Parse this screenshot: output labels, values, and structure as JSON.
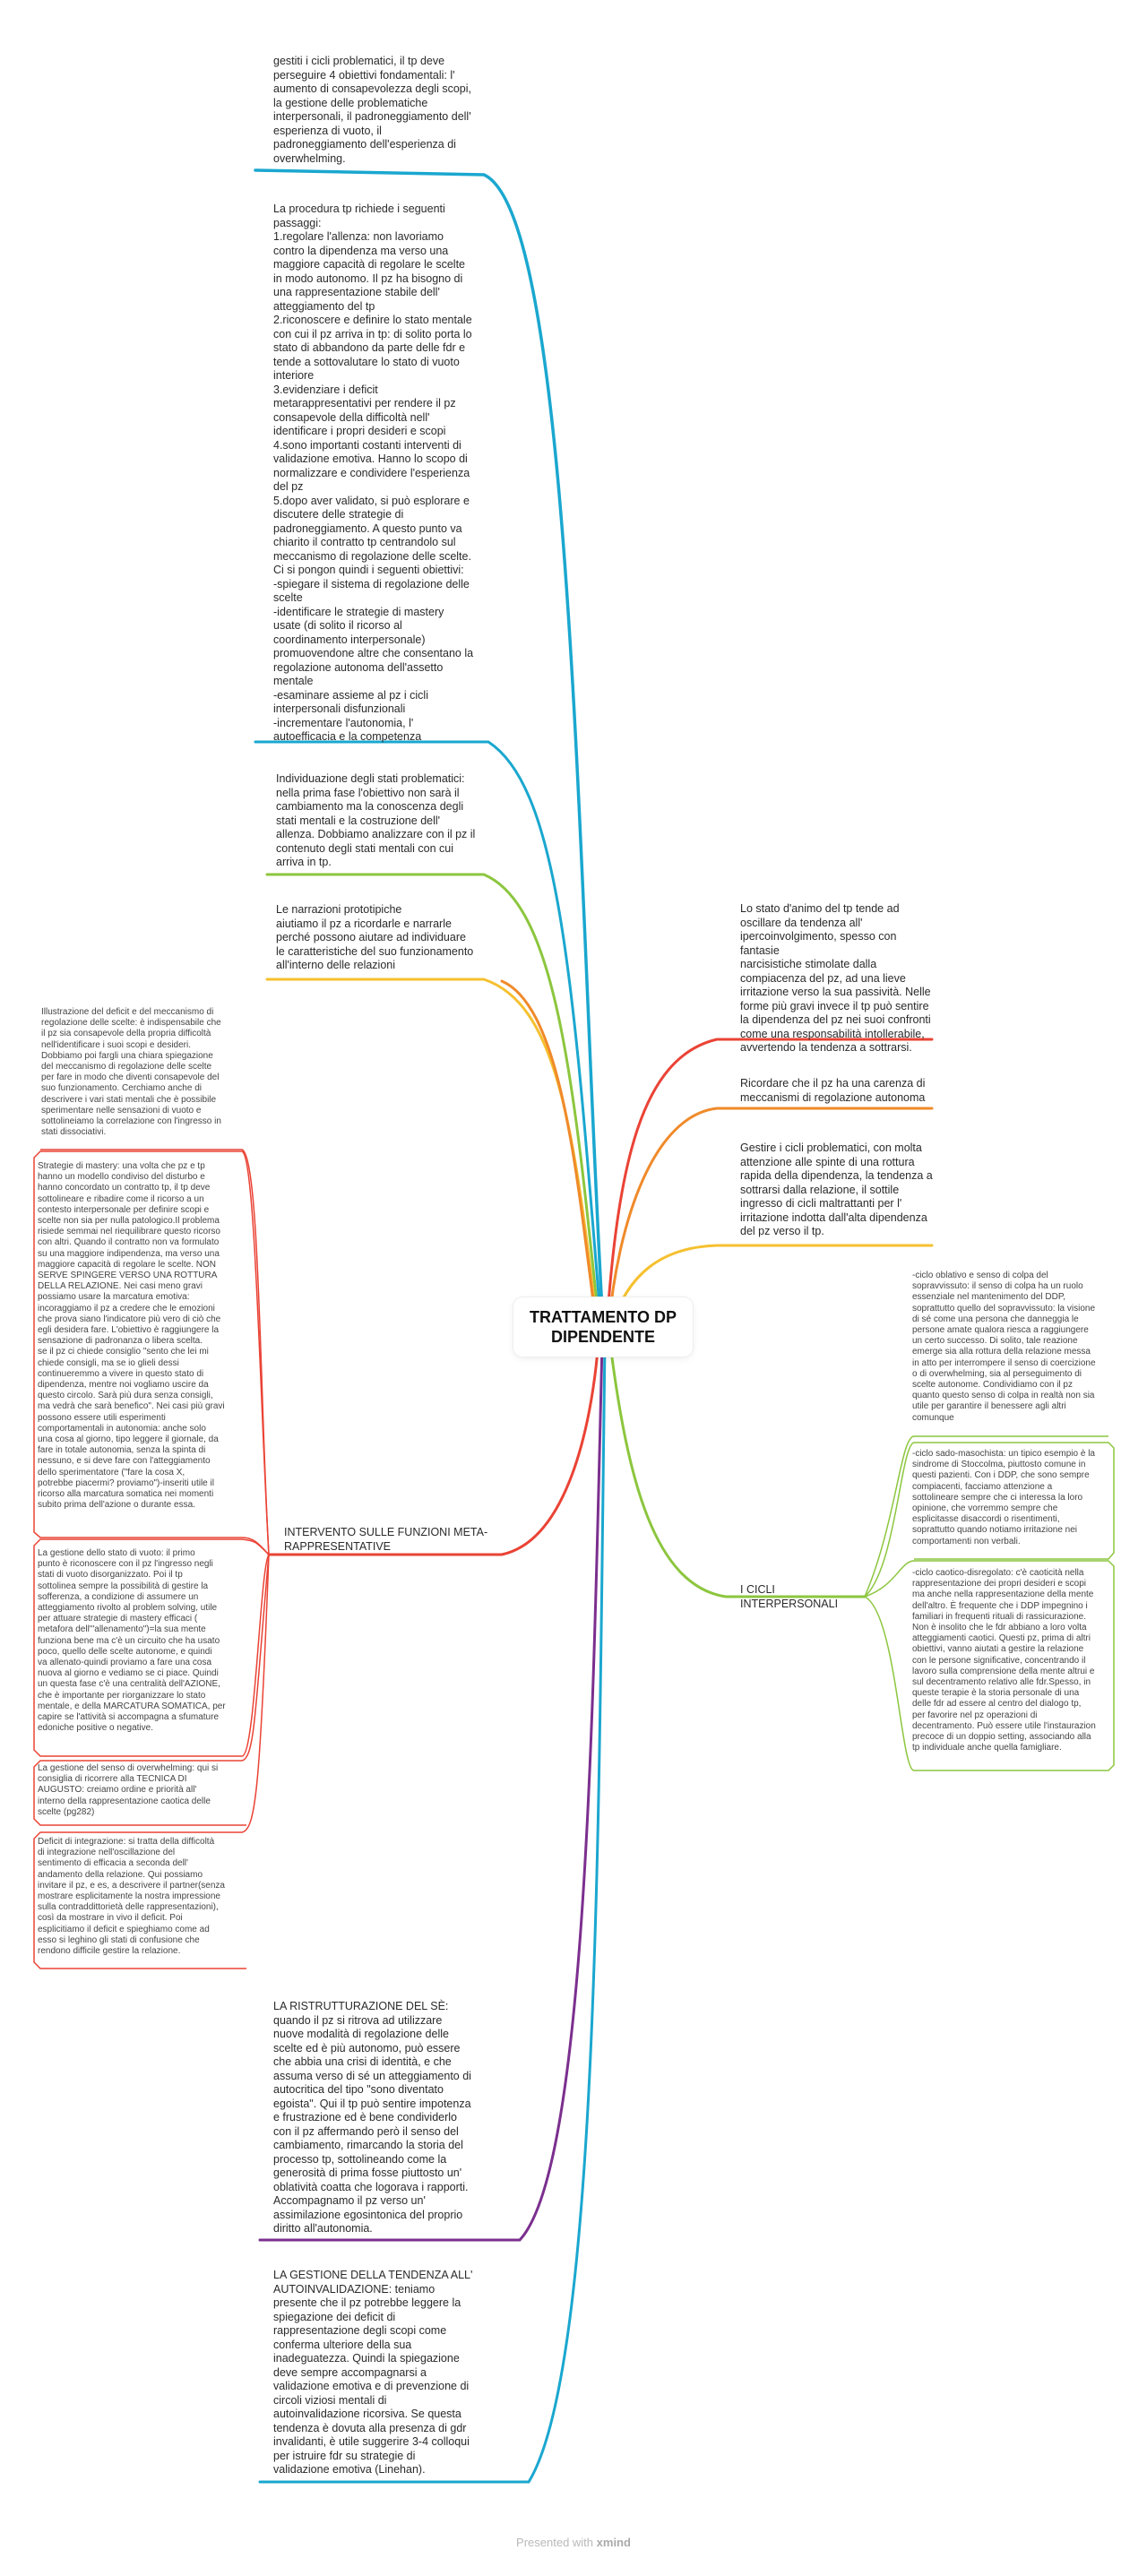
{
  "central_topic": "TRATTAMENTO DP\nDIPENDENTE",
  "footer": {
    "presented_with": "Presented with",
    "brand": "xmind"
  },
  "left_branches": [
    {
      "id": "obiettivi",
      "color": "#1aa7cf",
      "text": "gestiti i cicli problematici, il tp deve\nperseguire 4 obiettivi fondamentali: l'\naumento di consapevolezza degli scopi,\nla gestione delle problematiche\ninterpersonali, il padroneggiamento dell'\nesperienza di vuoto, il\npadroneggiamento dell'esperienza di\noverwhelming."
    },
    {
      "id": "procedura",
      "color": "#2e9bd1",
      "text": "La procedura tp richiede i seguenti\npassaggi:\n1.regolare l'allenza: non lavoriamo\ncontro la dipendenza ma verso una\nmaggiore capacità di regolare le scelte\nin modo autonomo. Il pz ha bisogno di\nuna rappresentazione stabile dell'\natteggiamento del tp\n2.riconoscere e definire lo stato mentale\ncon cui il pz arriva in tp: di solito porta lo\nstato di abbandono da parte delle fdr e\ntende a sottovalutare lo stato di vuoto\ninteriore\n3.evidenziare i deficit\nmetarappresentativi per rendere il pz\nconsapevole della difficoltà nell'\nidentificare i propri desideri e scopi\n4.sono importanti costanti interventi di\nvalidazione emotiva. Hanno lo scopo di\nnormalizzare e condividere l'esperienza\ndel pz\n5.dopo aver validato, si può esplorare e\ndiscutere delle strategie di\npadroneggiamento. A questo punto va\nchiarito il contratto tp centrandolo sul\nmeccanismo di regolazione delle scelte.\nCi si pongon quindi i seguenti obiettivi:\n-spiegare il sistema di regolazione delle\nscelte\n-identificare le strategie di mastery\nusate (di solito il ricorso al\ncoordinamento interpersonale)\npromuovendone altre che consentano la\nregolazione autonoma dell'assetto\nmentale\n-esaminare assieme al pz i cicli\ninterpersonali disfunzionali\n-incrementare l'autonomia, l'\nautoefficacia e la competenza"
    },
    {
      "id": "individuazione",
      "color": "#8cc63e",
      "text": "Individuazione degli stati problematici:\nnella prima fase l'obiettivo non sarà il\ncambiamento ma la conoscenza degli\nstati mentali e la costruzione dell'\nallenza. Dobbiamo analizzare con il pz il\ncontenuto degli stati mentali con cui\narriva in tp."
    },
    {
      "id": "narrazioni",
      "color": "#f5c02f",
      "text": "Le narrazioni prototipiche\naiutiamo il pz a ricordarle e narrarle\nperché possono aiutare ad individuare\nle caratteristiche del suo funzionamento\nall'interno delle relazioni"
    },
    {
      "id": "meta",
      "color": "#ea4335",
      "label": "INTERVENTO SULLE FUNZIONI META-\nRAPPRESENTATIVE",
      "children": [
        "Illustrazione del deficit e del meccanismo di\nregolazione delle scelte: è indispensabile che\nil pz sia consapevole della propria difficoltà\nnell'identificare i suoi scopi e desideri.\nDobbiamo poi fargli una chiara spiegazione\ndel meccanismo di regolazione delle scelte\nper fare in modo che diventi consapevole del\nsuo funzionamento. Cerchiamo anche di\ndescrivere i vari stati mentali che è possibile\nsperimentare nelle sensazioni di vuoto e\nsottolineiamo la correlazione con l'ingresso in\nstati dissociativi.",
        "Strategie di mastery: una volta che pz e tp\nhanno un modello condiviso del disturbo e\nhanno concordato un contratto tp, il tp deve\nsottolineare e ribadire come il ricorso a un\ncontesto interpersonale per definire scopi e\nscelte non sia per nulla patologico.Il problema\nrisiede semmai nel riequilibrare questo ricorso\ncon altri. Quando il contratto non va formulato\nsu una maggiore indipendenza, ma verso una\nmaggiore capacità di regolare le scelte. NON\nSERVE SPINGERE VERSO UNA ROTTURA\nDELLA RELAZIONE. Nei casi meno gravi\npossiamo usare la marcatura emotiva:\nincoraggiamo il pz a credere che le emozioni\nche prova siano l'indicatore più vero di ciò che\negli desidera fare. L'obiettivo è raggiungere la\nsensazione di padronanza o libera scelta.\nse il pz ci chiede consiglio \"sento che lei mi\nchiede consigli, ma se io glieli dessi\ncontinueremmo a vivere in questo stato di\ndipendenza, mentre noi vogliamo uscire da\nquesto circolo. Sarà più dura senza consigli,\nma vedrà che sarà benefico\". Nei casi più gravi\npossono essere utili esperimenti\ncomportamentali in autonomia: anche solo\nuna cosa al giorno, tipo leggere il giornale, da\nfare in totale autonomia, senza la spinta di\nnessuno, e si deve fare con l'atteggiamento\ndello sperimentatore (\"fare la cosa X,\npotrebbe piacermi? proviamo\")-inseriti utile il\nricorso alla marcatura somatica nei momenti\nsubito prima dell'azione o durante essa.",
        "La gestione dello stato di vuoto: il primo\npunto è riconoscere con il pz l'ingresso negli\nstati di vuoto disorganizzato. Poi il tp\nsottolinea sempre la possibilità di gestire la\nsofferenza, a condizione di assumere un\natteggiamento rivolto al problem solving, utile\nper attuare strategie di mastery efficaci (\nmetafora dell'\"allenamento\")=la sua mente\nfunziona bene ma c'è un circuito che ha usato\npoco, quello delle scelte autonome, e quindi\nva allenato-quindi proviamo a fare una cosa\nnuova al giorno e vediamo se ci piace. Quindi\nun questa fase c'è una centralità dell'AZIONE,\nche è importante per riorganizzare lo stato\nmentale, e della MARCATURA SOMATICA, per\ncapire se l'attività si accompagna a sfumature\nedoniche positive o negative.",
        "La gestione del senso di overwhelming: qui si\nconsiglia di ricorrere alla TECNICA DI\nAUGUSTO: creiamo ordine e priorità all'\ninterno della rappresentazione caotica delle\nscelte (pg282)",
        "Deficit di integrazione: si tratta della difficoltà\ndi integrazione nell'oscillazione del\nsentimento di efficacia a seconda dell'\nandamento della relazione. Qui possiamo\ninvitare il pz, e es, a descrivere il partner(senza\nmostrare esplicitamente la nostra impressione\nsulla contraddittorietà delle rappresentazioni),\ncosì da mostrare in vivo il deficit. Poi\nesplicitiamo il deficit e spieghiamo come ad\nesso si leghino gli stati di confusione che\nrendono difficile gestire la relazione."
      ]
    },
    {
      "id": "ristrutturazione",
      "color": "#7b2f8e",
      "text": "LA RISTRUTTURAZIONE DEL SÈ:\nquando il pz si ritrova ad utilizzare\nnuove modalità di regolazione delle\nscelte ed è più autonomo, può essere\nche abbia una crisi di identità, e che\nassuma verso di sé un atteggiamento di\nautocritica del tipo \"sono diventato\negoista\". Qui il tp può sentire impotenza\ne frustrazione ed è bene condividerlo\ncon il pz affermando però il senso del\ncambiamento, rimarcando la storia del\nprocesso tp, sottolineando come la\ngenerosità di prima fosse piuttosto un'\noblatività coatta che logorava i rapporti.\nAccompagnamo il pz verso un'\nassimilazione egosintonica del proprio\ndiritto all'autonomia."
    },
    {
      "id": "autoinvalidazione",
      "color": "#1aa7cf",
      "text": "LA GESTIONE DELLA TENDENZA ALL'\nAUTOINVALIDAZIONE: teniamo\npresente che il pz potrebbe leggere la\nspiegazione dei deficit di\nrappresentazione degli scopi come\nconferma ulteriore della sua\ninadeguatezza. Quindi la spiegazione\ndeve sempre accompagnarsi a\nvalidazione emotiva e di prevenzione di\ncircoli viziosi mentali di\nautoinvalidazione ricorsiva. Se questa\ntendenza è dovuta alla presenza di gdr\ninvalidanti, è utile suggerire 3-4 colloqui\nper istruire fdr su strategie di\nvalidazione emotiva (Linehan)."
    }
  ],
  "right_branches": [
    {
      "id": "stato_animo",
      "color": "#ea4335",
      "text": "Lo stato d'animo del tp tende ad\noscillare da tendenza all'\nipercoinvolgimento, spesso con fantasie\nnarcisistiche stimolate dalla\ncompiacenza del pz, ad una lieve\nirritazione verso la sua passività. Nelle\nforme più gravi invece il tp può sentire\nla dipendenza del pz nei suoi confronti\ncome una responsabilità intollerabile,\navvertendo la tendenza a sottrarsi."
    },
    {
      "id": "carenza",
      "color": "#f08a2a",
      "text": "Ricordare che il pz ha una carenza di\nmeccanismi di regolazione autonoma"
    },
    {
      "id": "gestire_cicli",
      "color": "#f5c02f",
      "text": "Gestire i cicli problematici, con molta\nattenzione alle spinte di una rottura\nrapida della dipendenza, la tendenza a\nsottrarsi dalla relazione, il sottile\ningresso di cicli maltrattanti per l'\nirritazione indotta dall'alta dipendenza\ndel pz verso il tp."
    },
    {
      "id": "cicli_interpersonali",
      "color": "#8cc63e",
      "label": "I CICLI INTERPERSONALI",
      "children": [
        "-ciclo oblativo e senso di colpa del\nsopravvissuto: il senso di colpa ha un ruolo\nessenziale nel mantenimento del DDP,\nsoprattutto quello del sopravvissuto: la visione\ndi sé come una persona che danneggia le\npersone amate qualora riesca a raggiungere\nun certo successo. Di solito, tale reazione\nemerge sia alla rottura della relazione messa\nin atto per interrompere il senso di coercizione\no di overwhelming, sia al perseguimento di\nscelte autonome. Condividiamo con il pz\nquanto questo senso di colpa in realtà non sia\nutile per garantire il benessere agli altri\ncomunque",
        "-ciclo sado-masochista: un tipico esempio è la\nsindrome di Stoccolma, piuttosto comune in\nquesti pazienti. Con i DDP, che sono sempre\ncompiacenti, facciamo attenzione a\nsottolineare sempre che ci interessa la loro\nopinione, che vorremmo sempre che\nesplicitasse disaccordi o risentimenti,\nsoprattutto quando notiamo irritazione nei\ncomportamenti non verbali.",
        "-ciclo caotico-disregolato: c'è caoticità nella\nrappresentazione dei propri desideri e scopi\nma anche nella rappresentazione della mente\ndell'altro. È frequente che i DDP impegnino i\nfamiliari in frequenti rituali di rassicurazione.\nNon è insolito che le fdr abbiano a loro volta\natteggiamenti caotici. Questi pz, prima di altri\nobiettivi, vanno aiutati a gestire la relazione\ncon le persone significative, concentrando il\nlavoro sulla comprensione della mente altrui e\nsul decentramento relativo alle fdr.Spesso, in\nqueste terapie è la storia personale di una\ndelle fdr ad essere al centro del dialogo tp,\nper favorire nel pz operazioni di\ndecentramento. Può essere utile l'instaurazion\nprecoce di un doppio setting, associando alla\ntp individuale anche quella famigliare."
      ]
    }
  ]
}
